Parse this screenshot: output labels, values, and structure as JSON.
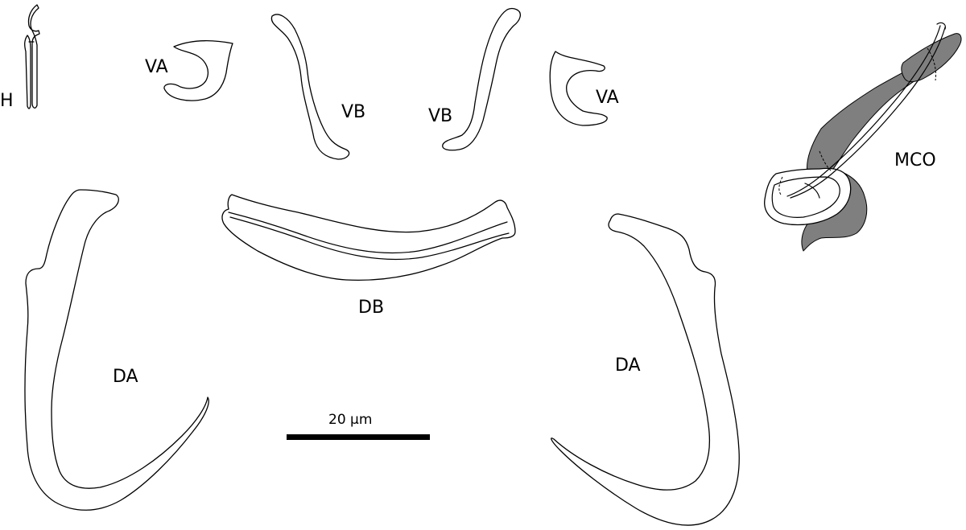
{
  "labels": {
    "hook": "H",
    "ventral_anchor_left": "VA",
    "ventral_bar_left": "VB",
    "ventral_bar_right": "VB",
    "ventral_anchor_right": "VA",
    "male_copulatory_organ": "MCO",
    "dorsal_bar": "DB",
    "dorsal_anchor_left": "DA",
    "dorsal_anchor_right": "DA"
  },
  "scale_bar": {
    "label": "20 µm"
  },
  "colors": {
    "stroke": "#000000",
    "fill": "#ffffff",
    "shading": "#7f7f7f"
  }
}
